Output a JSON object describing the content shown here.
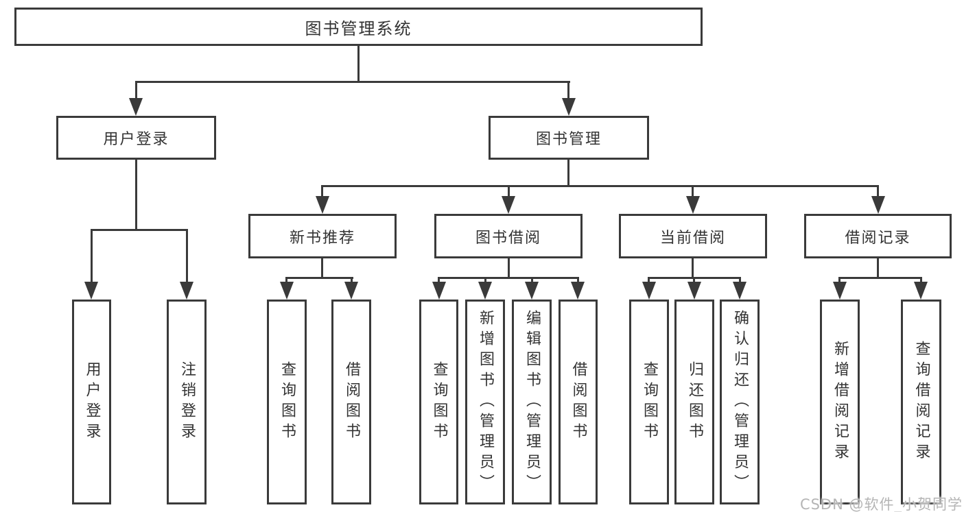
{
  "diagram": {
    "type": "hierarchy-structure-chart",
    "root": {
      "label": "图书管理系统"
    },
    "level2": [
      {
        "label": "用户登录"
      },
      {
        "label": "图书管理"
      }
    ],
    "level3": [
      {
        "label": "新书推荐"
      },
      {
        "label": "图书借阅"
      },
      {
        "label": "当前借阅"
      },
      {
        "label": "借阅记录"
      }
    ],
    "leaves": {
      "user_login": [
        {
          "label": "用户登录"
        },
        {
          "label": "注销登录"
        }
      ],
      "new_book": [
        {
          "label": "查询图书"
        },
        {
          "label": "借阅图书"
        }
      ],
      "book_borrow": [
        {
          "label": "查询图书"
        },
        {
          "label": "新增图书（管理员）"
        },
        {
          "label": "编辑图书（管理员）"
        },
        {
          "label": "借阅图书"
        }
      ],
      "current_borrow": [
        {
          "label": "查询图书"
        },
        {
          "label": "归还图书"
        },
        {
          "label": "确认归还（管理员）"
        }
      ],
      "borrow_record": [
        {
          "label": "新增借阅记录"
        },
        {
          "label": "查询借阅记录"
        }
      ]
    },
    "watermark": "CSDN @软件_小贺同学",
    "colors": {
      "line": "#3a3a3a",
      "text": "#333333",
      "background": "#ffffff",
      "watermark": "#b5b5b5"
    }
  }
}
